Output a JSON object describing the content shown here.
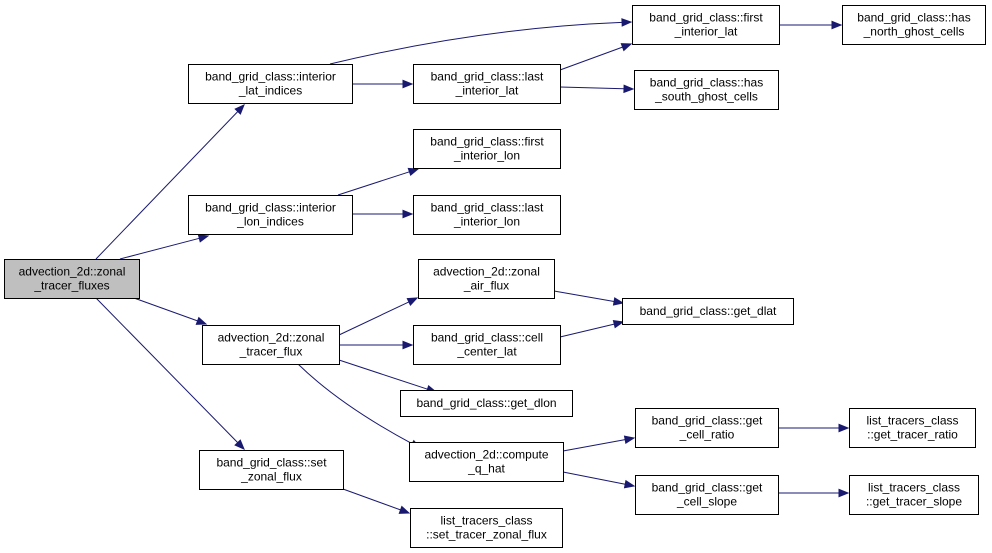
{
  "diagram": {
    "root": "zonal_tracer_fluxes",
    "nodes": [
      {
        "id": "zonal_tracer_fluxes",
        "lines": [
          "advection_2d::zonal",
          "_tracer_fluxes"
        ],
        "highlight": true
      },
      {
        "id": "interior_lat_indices",
        "lines": [
          "band_grid_class::interior",
          "_lat_indices"
        ]
      },
      {
        "id": "interior_lon_indices",
        "lines": [
          "band_grid_class::interior",
          "_lon_indices"
        ]
      },
      {
        "id": "zonal_tracer_flux",
        "lines": [
          "advection_2d::zonal",
          "_tracer_flux"
        ]
      },
      {
        "id": "set_zonal_flux",
        "lines": [
          "band_grid_class::set",
          "_zonal_flux"
        ]
      },
      {
        "id": "first_interior_lat",
        "lines": [
          "band_grid_class::first",
          "_interior_lat"
        ]
      },
      {
        "id": "last_interior_lat",
        "lines": [
          "band_grid_class::last",
          "_interior_lat"
        ]
      },
      {
        "id": "has_north_ghost_cells",
        "lines": [
          "band_grid_class::has",
          "_north_ghost_cells"
        ]
      },
      {
        "id": "has_south_ghost_cells",
        "lines": [
          "band_grid_class::has",
          "_south_ghost_cells"
        ]
      },
      {
        "id": "first_interior_lon",
        "lines": [
          "band_grid_class::first",
          "_interior_lon"
        ]
      },
      {
        "id": "last_interior_lon",
        "lines": [
          "band_grid_class::last",
          "_interior_lon"
        ]
      },
      {
        "id": "zonal_air_flux",
        "lines": [
          "advection_2d::zonal",
          "_air_flux"
        ]
      },
      {
        "id": "cell_center_lat",
        "lines": [
          "band_grid_class::cell",
          "_center_lat"
        ]
      },
      {
        "id": "get_dlat",
        "lines": [
          "band_grid_class::get_dlat"
        ]
      },
      {
        "id": "get_dlon",
        "lines": [
          "band_grid_class::get_dlon"
        ]
      },
      {
        "id": "compute_q_hat",
        "lines": [
          "advection_2d::compute",
          "_q_hat"
        ]
      },
      {
        "id": "get_cell_ratio",
        "lines": [
          "band_grid_class::get",
          "_cell_ratio"
        ]
      },
      {
        "id": "get_cell_slope",
        "lines": [
          "band_grid_class::get",
          "_cell_slope"
        ]
      },
      {
        "id": "get_tracer_ratio",
        "lines": [
          "list_tracers_class",
          "::get_tracer_ratio"
        ]
      },
      {
        "id": "get_tracer_slope",
        "lines": [
          "list_tracers_class",
          "::get_tracer_slope"
        ]
      },
      {
        "id": "set_tracer_zonal_flux",
        "lines": [
          "list_tracers_class",
          "::set_tracer_zonal_flux"
        ]
      }
    ],
    "edges": [
      [
        "zonal_tracer_fluxes",
        "interior_lat_indices"
      ],
      [
        "zonal_tracer_fluxes",
        "interior_lon_indices"
      ],
      [
        "zonal_tracer_fluxes",
        "zonal_tracer_flux"
      ],
      [
        "zonal_tracer_fluxes",
        "set_zonal_flux"
      ],
      [
        "interior_lat_indices",
        "first_interior_lat"
      ],
      [
        "interior_lat_indices",
        "last_interior_lat"
      ],
      [
        "last_interior_lat",
        "first_interior_lat"
      ],
      [
        "last_interior_lat",
        "has_south_ghost_cells"
      ],
      [
        "first_interior_lat",
        "has_north_ghost_cells"
      ],
      [
        "interior_lon_indices",
        "first_interior_lon"
      ],
      [
        "interior_lon_indices",
        "last_interior_lon"
      ],
      [
        "zonal_tracer_flux",
        "zonal_air_flux"
      ],
      [
        "zonal_tracer_flux",
        "cell_center_lat"
      ],
      [
        "zonal_tracer_flux",
        "get_dlon"
      ],
      [
        "zonal_tracer_flux",
        "compute_q_hat"
      ],
      [
        "zonal_air_flux",
        "get_dlat"
      ],
      [
        "cell_center_lat",
        "get_dlat"
      ],
      [
        "compute_q_hat",
        "get_cell_ratio"
      ],
      [
        "compute_q_hat",
        "get_cell_slope"
      ],
      [
        "get_cell_ratio",
        "get_tracer_ratio"
      ],
      [
        "get_cell_slope",
        "get_tracer_slope"
      ],
      [
        "set_zonal_flux",
        "set_tracer_zonal_flux"
      ]
    ],
    "colors": {
      "edge": "#191970",
      "node_border": "#000000",
      "root_fill": "#bfbfbf",
      "node_fill": "#ffffff"
    }
  }
}
